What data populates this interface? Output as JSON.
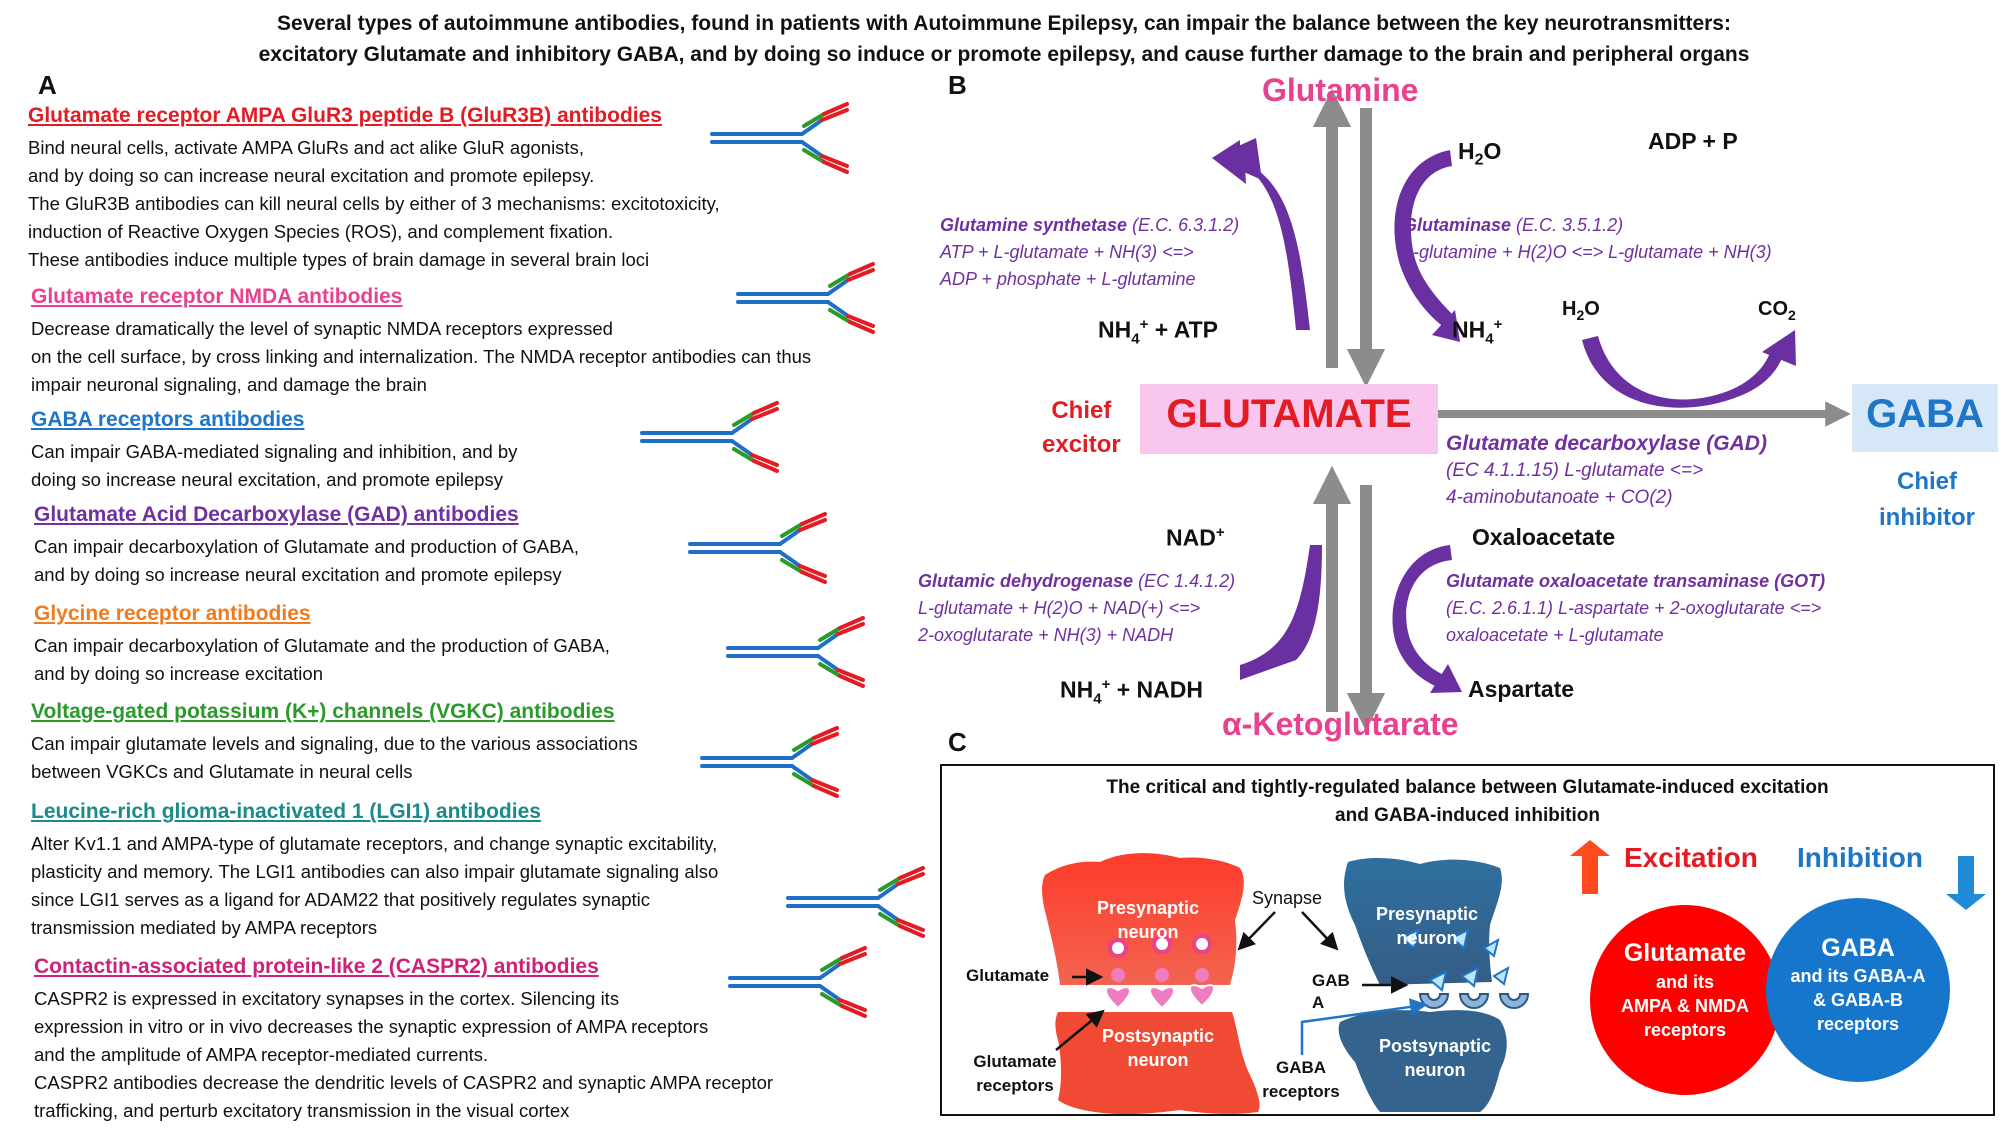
{
  "title": {
    "line1": "Several types of autoimmune antibodies, found in patients with Autoimmune Epilepsy, can impair the balance between the key neurotransmitters:",
    "line2": "excitatory Glutamate and inhibitory GABA, and by doing so induce or promote epilepsy, and cause further damage to the brain and peripheral organs"
  },
  "panels": {
    "a": "A",
    "b": "B",
    "c": "C"
  },
  "antibodies": [
    {
      "heading": "Glutamate receptor AMPA GluR3 peptide B (GluR3B) antibodies",
      "color": "#e31b23",
      "lines": [
        "Bind neural cells, activate AMPA GluRs and act alike GluR agonists,",
        "and by doing so can increase neural excitation and promote epilepsy.",
        "The GluR3B antibodies can kill neural cells by either of 3 mechanisms: excitotoxicity,",
        "induction of Reactive Oxygen Species (ROS), and complement fixation.",
        "These antibodies induce multiple types of brain damage in several brain loci"
      ]
    },
    {
      "heading": "Glutamate receptor NMDA antibodies",
      "color": "#e8418f",
      "lines": [
        "Decrease dramatically the level of synaptic NMDA receptors expressed",
        "on the cell surface, by cross linking and internalization. The NMDA receptor antibodies can thus",
        "impair neuronal signaling, and damage the brain"
      ]
    },
    {
      "heading": "GABA receptors antibodies",
      "color": "#1f75c6",
      "lines": [
        "Can impair GABA-mediated signaling and inhibition, and by",
        "doing so increase neural excitation, and promote epilepsy"
      ]
    },
    {
      "heading": "Glutamate Acid Decarboxylase (GAD) antibodies",
      "color": "#7030a0",
      "lines": [
        "Can impair decarboxylation of Glutamate and production of GABA,",
        "and by doing so increase neural excitation and promote epilepsy"
      ]
    },
    {
      "heading": "Glycine receptor antibodies",
      "color": "#f07a1e",
      "lines": [
        "Can impair decarboxylation of Glutamate and the production of GABA,",
        "and by doing so increase excitation"
      ]
    },
    {
      "heading": "Voltage-gated potassium (K+) channels (VGKC) antibodies",
      "color": "#2a9a2a",
      "lines": [
        "Can impair glutamate levels and signaling, due to the various associations",
        "between VGKCs and Glutamate in neural cells"
      ]
    },
    {
      "heading": "Leucine-rich glioma-inactivated 1 (LGI1) antibodies",
      "color": "#1a8a8a",
      "lines": [
        "Alter Kv1.1 and AMPA-type of glutamate receptors, and change synaptic excitability,",
        "plasticity and memory. The LGI1 antibodies can also impair glutamate signaling also",
        "since LGI1 serves as a  ligand for ADAM22 that positively regulates synaptic",
        "transmission mediated by AMPA receptors"
      ]
    },
    {
      "heading": "Contactin-associated protein-like 2 (CASPR2) antibodies",
      "color": "#cc2277",
      "lines": [
        "CASPR2 is expressed in excitatory synapses in the cortex. Silencing its",
        "expression in vitro or in vivo decreases the synaptic expression of AMPA receptors",
        "and the amplitude of AMPA receptor-mediated currents.",
        "CASPR2 antibodies decrease the dendritic levels of CASPR2 and synaptic AMPA receptor",
        "trafficking, and perturb excitatory transmission in the visual cortex"
      ]
    }
  ],
  "pathway": {
    "glutamine": "Glutamine",
    "glutamate": "GLUTAMATE",
    "gaba": "GABA",
    "aketo": "α-Ketoglutarate",
    "chief_excitor": [
      "Chief",
      "excitor"
    ],
    "chief_inhibitor": [
      "Chief",
      "inhibitor"
    ],
    "h2o_top": "H",
    "h2o_top_sub": "2",
    "h2o_top_end": "O",
    "adp": "ADP + P",
    "nh4_atp": "NH",
    "nh4_atp_sup": "+",
    "nh4_atp_end": " + ATP",
    "nh4_right": "NH",
    "nh4_right_sup": "+",
    "h2o_gad": "H",
    "h2o_gad_sub": "2",
    "h2o_gad_end": "O",
    "co2": "CO",
    "co2_sub": "2",
    "nad": "NAD",
    "nad_sup": "+",
    "oxaloacetate": "Oxaloacetate",
    "nh4_nadh": "NH",
    "nh4_nadh_sup": "+",
    "nh4_nadh_end": " + NADH",
    "aspartate": "Aspartate",
    "enzymes": {
      "gs_name": "Glutamine synthetase",
      "gs_ec": " (E.C. 6.3.1.2)",
      "gs_l2": "ATP + L-glutamate + NH(3) <=>",
      "gs_l3": "ADP + phosphate + L-glutamine",
      "gls_name": "Glutaminase",
      "gls_ec": " (E.C. 3.5.1.2)",
      "gls_l2": "L-glutamine + H(2)O <=> L-glutamate + NH(3)",
      "gad_name": "Glutamate decarboxylase (GAD)",
      "gad_l2": "(EC 4.1.1.15) L-glutamate <=>",
      "gad_l3": "4-aminobutanoate + CO(2)",
      "gdh_name": "Glutamic dehydrogenase",
      "gdh_ec": " (EC 1.4.1.2)",
      "gdh_l2": "L-glutamate + H(2)O + NAD(+)  <=>",
      "gdh_l3": " 2-oxoglutarate + NH(3) + NADH",
      "got_name": "Glutamate oxaloacetate transaminase (GOT)",
      "got_l2": "(E.C. 2.6.1.1) L-aspartate + 2-oxoglutarate <=>",
      "got_l3": "oxaloacetate + L-glutamate"
    }
  },
  "panel_c": {
    "title1": "The critical and tightly-regulated balance between Glutamate-induced excitation",
    "title2": "and GABA-induced inhibition",
    "presynaptic_left": [
      "Presynaptic",
      "neuron"
    ],
    "postsynaptic_left": [
      "Postsynaptic",
      "neuron"
    ],
    "presynaptic_right": [
      "Presynaptic",
      "neuron"
    ],
    "postsynaptic_right": [
      "Postsynaptic",
      "neuron"
    ],
    "synapse": "Synapse",
    "glutamate": "Glutamate",
    "glutamate_receptors": [
      "Glutamate",
      "receptors"
    ],
    "gaba_label": [
      "GAB",
      "A"
    ],
    "gaba_receptors": [
      "GABA",
      "receptors"
    ],
    "excitation": "Excitation",
    "inhibition": "Inhibition",
    "glu_circle": [
      "Glutamate",
      "and its",
      "AMPA & NMDA",
      "receptors"
    ],
    "gaba_circle": [
      "GABA",
      "and its GABA-A",
      "& GABA-B",
      "receptors"
    ]
  },
  "colors": {
    "red": "#e31b23",
    "purple": "#7030a0",
    "gaba_blue": "#1f75c6",
    "pink": "#e8418f",
    "glutamate_box": "#f9c6ee",
    "gaba_box": "#d6e8f7"
  }
}
